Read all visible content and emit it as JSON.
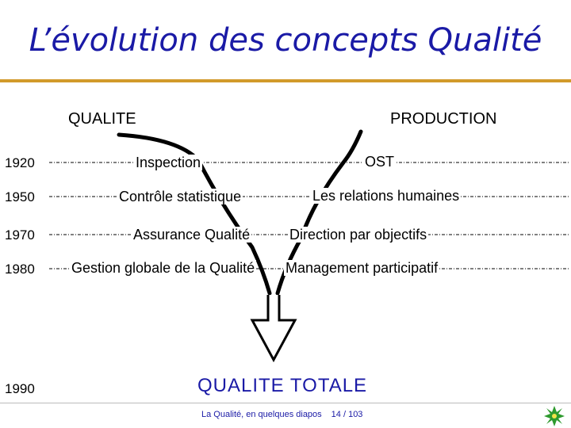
{
  "title": "L’évolution des concepts Qualité",
  "headers": {
    "left": "QUALITE",
    "right": "PRODUCTION"
  },
  "rows": [
    {
      "year": "1920",
      "left": "Inspection",
      "right": "OST"
    },
    {
      "year": "1950",
      "left": "Contrôle statistique",
      "right": "Les relations humaines"
    },
    {
      "year": "1970",
      "left": "Assurance Qualité",
      "right": "Direction par objectifs"
    },
    {
      "year": "1980",
      "left": "Gestion globale de la Qualité",
      "right": "Management participatif"
    }
  ],
  "final_year": "1990",
  "result": "QUALITE  TOTALE",
  "footer": {
    "text": "La Qualité, en quelques diapos",
    "page": "14 / 103"
  },
  "colors": {
    "title": "#1a1aa6",
    "rule": "#d29a2a",
    "logo": "#2e9a2e"
  }
}
